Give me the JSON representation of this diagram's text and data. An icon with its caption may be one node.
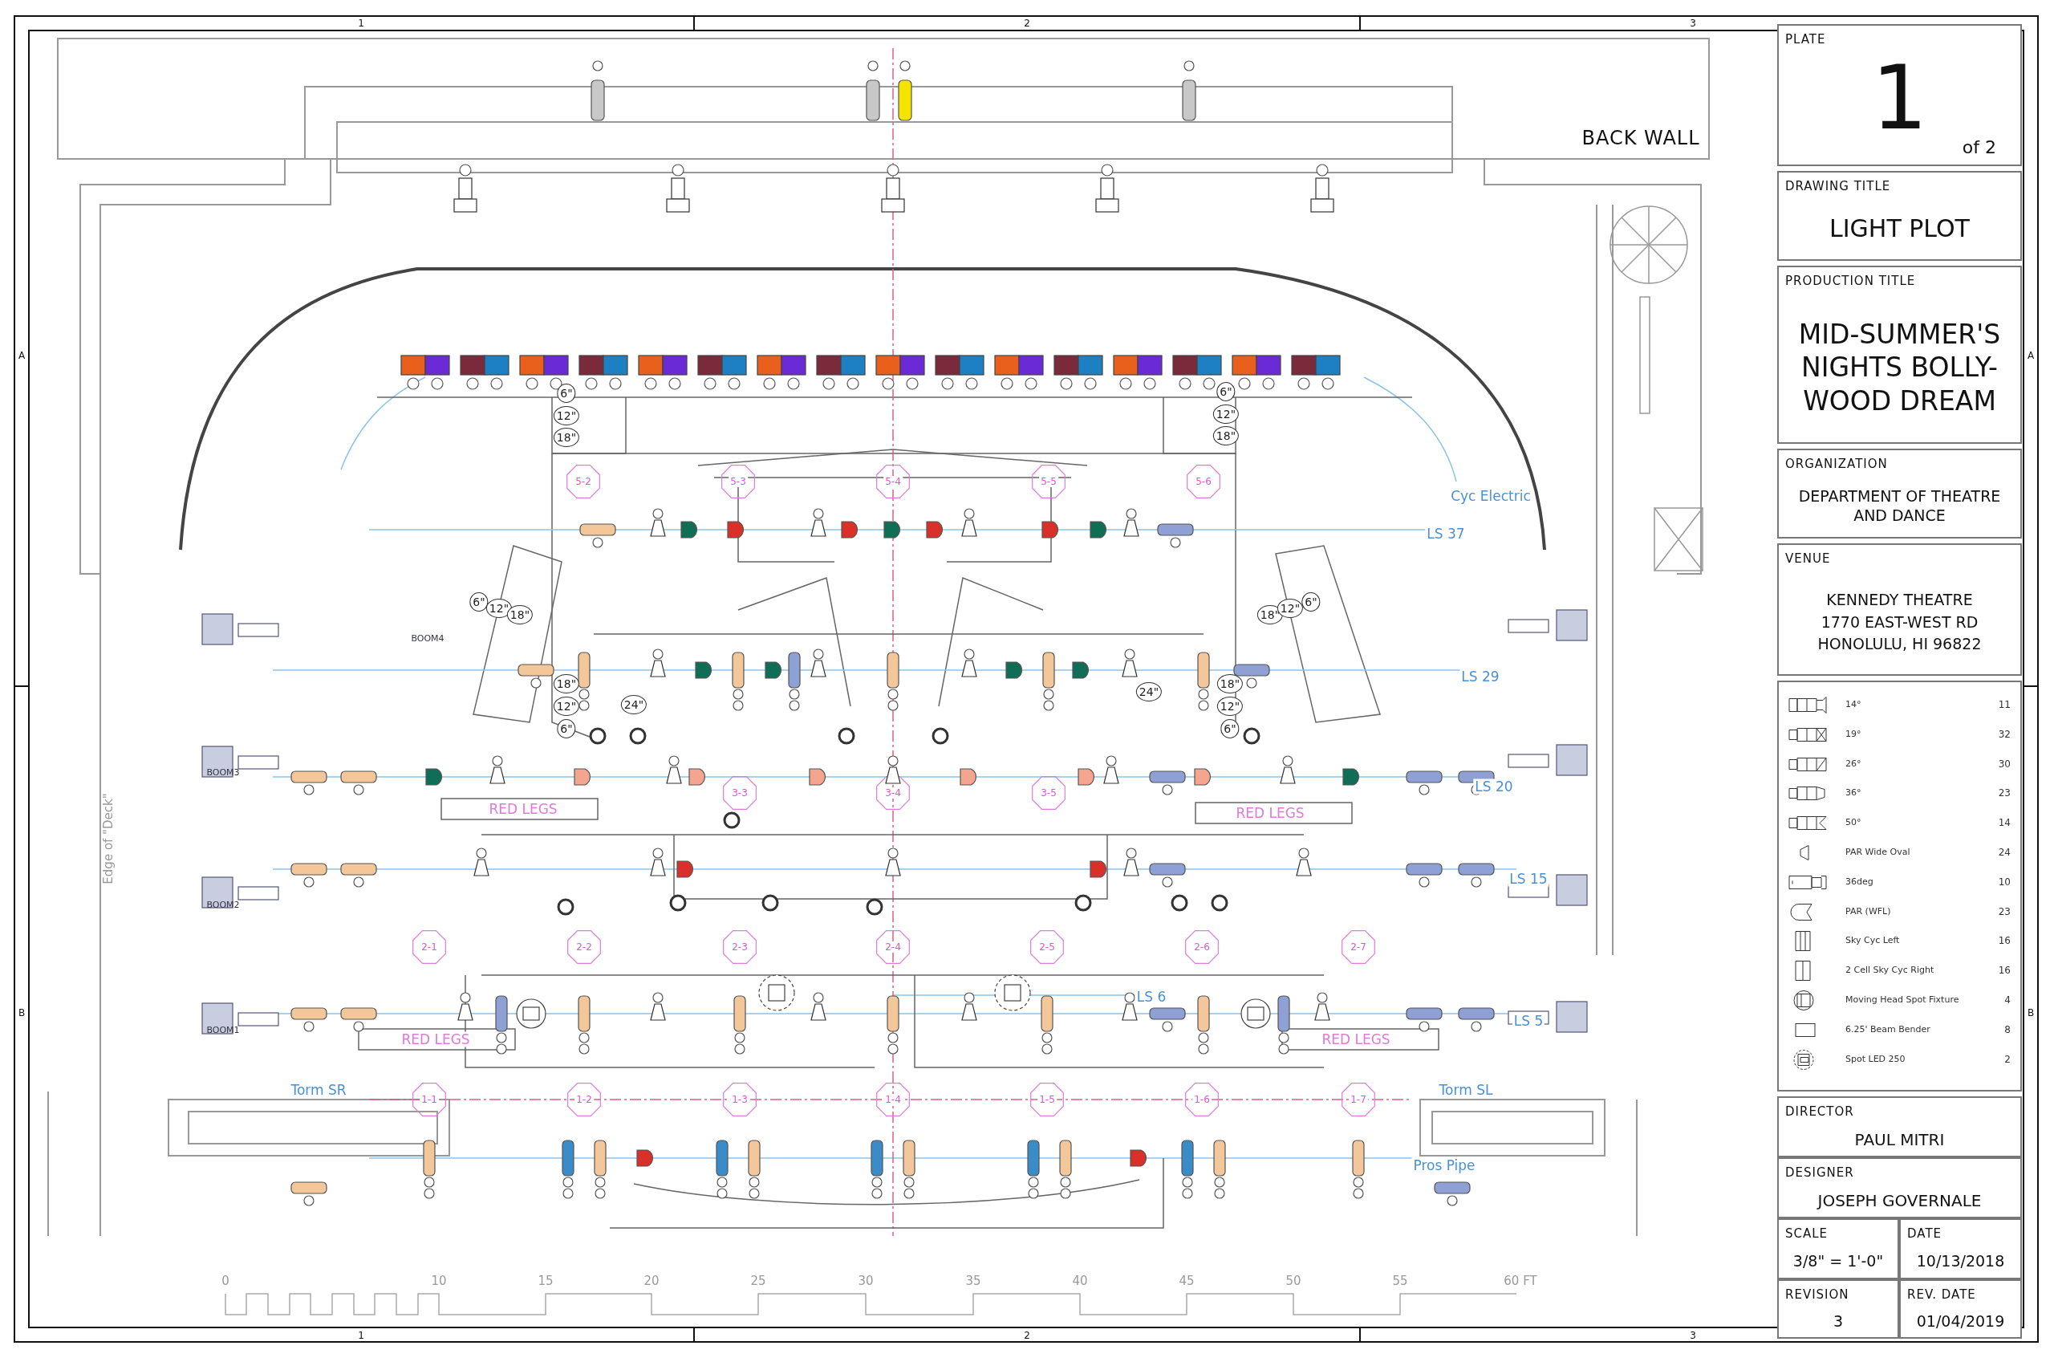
{
  "diagram": {
    "nodes": [
      {
        "text": [
          "PLATE",
          "1",
          "of  2"
        ]
      },
      {
        "text": [
          "DRAWING TITLE",
          "LIGHT PLOT"
        ]
      },
      {
        "text": [
          "PRODUCTION TITLE",
          "MID-SUMMER'S NIGHTS BOLLY- WOOD DREAM"
        ]
      },
      {
        "text": [
          "ORGANIZATION",
          "DEPARTMENT OF THEATRE AND DANCE"
        ]
      },
      {
        "text": [
          "VENUE",
          "KENNEDY THEATRE",
          "1770 EAST-WEST RD",
          "HONOLULU, HI 96822"
        ]
      },
      {
        "text": [
          "DIRECTOR",
          "PAUL MITRI"
        ]
      },
      {
        "text": [
          "DESIGNER",
          "JOSEPH GOVERNALE"
        ]
      },
      {
        "text": [
          "SCALE",
          "3/8\"  = 1'-0\""
        ]
      },
      {
        "text": [
          "DATE",
          "10/13/2018"
        ]
      },
      {
        "text": [
          "REVISION",
          "3"
        ]
      },
      {
        "text": [
          "REV. DATE",
          "01/04/2019"
        ]
      }
    ],
    "labels": [
      "1",
      "2",
      "3",
      "A",
      "BACK WALL",
      "A",
      "6\"",
      "6\"",
      "12\"",
      "12\"",
      "18\"",
      "18\"",
      "5-2",
      "5-3",
      "5-4",
      "5-5",
      "5-6",
      "Cyc Electric",
      "LS 37",
      "6\"",
      "12\"",
      "18\"",
      "18\"",
      "12\"",
      "6\"",
      "BOOM4",
      "LS 29",
      "18\"",
      "12\"",
      "24\"",
      "24\"",
      "18\"",
      "12\"",
      "6\"",
      "6\"",
      "LS 20",
      "3-3",
      "3-4",
      "3-5",
      "RED LEGS",
      "RED LEGS",
      "BOOM3",
      "Edge of \"Deck\"",
      "LS 15",
      "BOOM2",
      "2-1",
      "2-2",
      "2-3",
      "2-4",
      "2-5",
      "2-6",
      "2-7",
      "B",
      "LS 6",
      "LS 5",
      "BOOM1",
      "B",
      "RED LEGS",
      "RED LEGS",
      "Torm SR",
      "1-1",
      "1-2",
      "1-3",
      "1-4",
      "1-5",
      "1-6",
      "1-7",
      "Torm SL",
      "Pros Pipe",
      "0",
      "10",
      "15",
      "20",
      "25",
      "30",
      "35",
      "40",
      "45",
      "50",
      "55",
      "60 FT",
      "1",
      "2",
      "3",
      "11",
      "32",
      "30",
      "23",
      "14",
      "24",
      "10",
      "23",
      "16",
      "16",
      "4",
      "8",
      "2"
    ],
    "legend": [
      {
        "text": "14°"
      },
      {
        "text": "19°"
      },
      {
        "text": "26°"
      },
      {
        "text": "36°"
      },
      {
        "text": "50°"
      },
      {
        "text": "PAR Wide Oval"
      },
      {
        "text": "36deg"
      },
      {
        "text": "PAR (WFL)"
      },
      {
        "text": "Sky Cyc Left"
      },
      {
        "text": "2 Cell Sky Cyc Right"
      },
      {
        "text": "Moving Head Spot Fixture"
      },
      {
        "text": "6.25' Beam Bender"
      },
      {
        "text": "Spot LED 250"
      }
    ]
  }
}
